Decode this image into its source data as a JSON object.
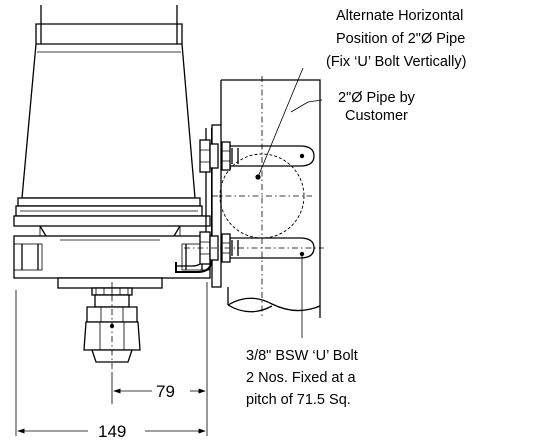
{
  "annotations": {
    "alternate_position": [
      "Alternate Horizontal",
      "Position of 2\"Ø Pipe",
      "(Fix ‘U’ Bolt Vertically)"
    ],
    "pipe_by_customer": [
      "2\"Ø Pipe by",
      "Customer"
    ],
    "u_bolt": [
      "3/8\" BSW ‘U’ Bolt",
      "2 Nos. Fixed at a",
      "pitch of 71.5 Sq."
    ]
  },
  "dimensions": {
    "inner": "79",
    "outer": "149"
  }
}
